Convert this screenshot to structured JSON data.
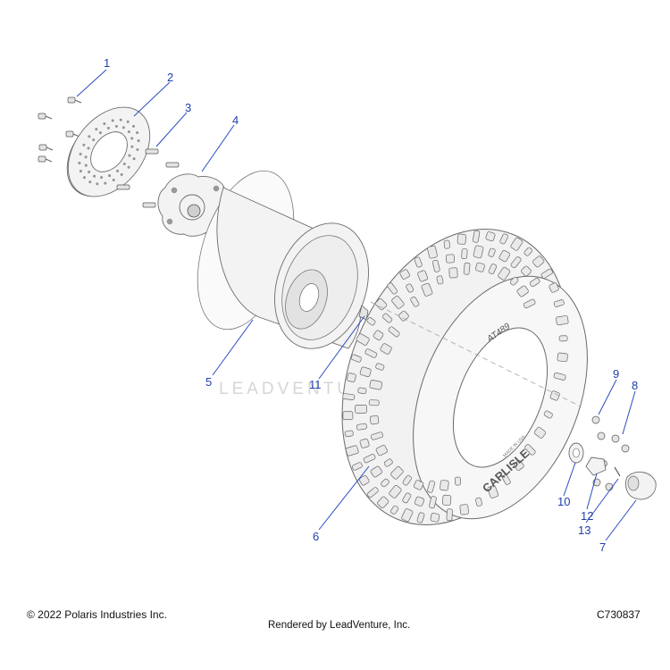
{
  "callouts": [
    "1",
    "2",
    "3",
    "4",
    "5",
    "6",
    "7",
    "8",
    "9",
    "10",
    "11",
    "12",
    "13"
  ],
  "tire_text": {
    "sidewall_model": "AT489",
    "sidewall_brand": "CARLISLE",
    "sidewall_small": "MADE IN USA"
  },
  "watermark": "LEADVENTURE",
  "footer": {
    "copyright": "© 2022 Polaris Industries Inc.",
    "rendered_by": "Rendered by LeadVenture, Inc.",
    "part_number": "C730837"
  }
}
